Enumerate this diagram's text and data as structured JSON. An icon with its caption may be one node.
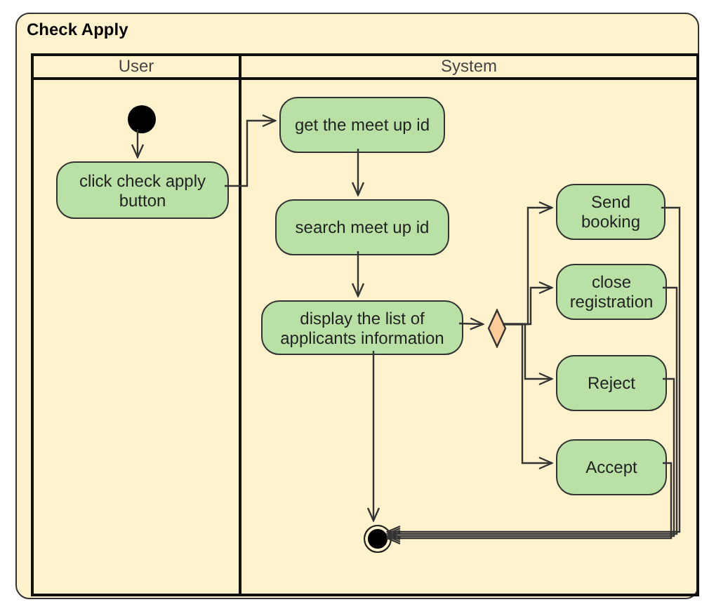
{
  "diagram": {
    "nodes": [
      {
        "text": [
          "Check Apply"
        ]
      },
      {
        "text": [
          "User"
        ],
        "in": 0
      },
      {
        "text": [
          "System"
        ],
        "in": 0
      },
      {
        "text": [],
        "shape": "circle",
        "in": 1
      },
      {
        "text": [
          "click check apply button"
        ],
        "in": 1
      },
      {
        "text": [
          "get the meet up id"
        ],
        "in": 2
      },
      {
        "text": [
          "search meet up id"
        ],
        "in": 2
      },
      {
        "text": [
          "display the list of applicants information"
        ],
        "in": 2
      },
      {
        "text": [],
        "shape": "diamond",
        "in": 2
      },
      {
        "text": [
          "Send booking"
        ],
        "in": 2
      },
      {
        "text": [
          "close registration"
        ],
        "in": 2
      },
      {
        "text": [
          "Reject"
        ],
        "in": 2
      },
      {
        "text": [
          "Accept"
        ],
        "in": 2
      },
      {
        "text": [],
        "shape": "circle",
        "in": 2
      }
    ],
    "edges": [
      {
        "from": 3,
        "to": 4,
        "arrow": "to"
      },
      {
        "from": 4,
        "to": 5,
        "arrow": "to"
      },
      {
        "from": 5,
        "to": 6,
        "arrow": "to"
      },
      {
        "from": 6,
        "to": 7,
        "arrow": "to"
      },
      {
        "from": 7,
        "to": 8,
        "arrow": "to"
      },
      {
        "from": 8,
        "to": 9,
        "arrow": "to"
      },
      {
        "from": 8,
        "to": 10,
        "arrow": "to"
      },
      {
        "from": 8,
        "to": 11,
        "arrow": "to"
      },
      {
        "from": 8,
        "to": 12,
        "arrow": "to"
      },
      {
        "from": 7,
        "to": 13,
        "arrow": "to"
      },
      {
        "from": 9,
        "to": 13,
        "arrow": "to"
      },
      {
        "from": 10,
        "to": 13,
        "arrow": "to"
      },
      {
        "from": 11,
        "to": 13,
        "arrow": "to"
      },
      {
        "from": 12,
        "to": 13,
        "arrow": "to"
      }
    ]
  }
}
